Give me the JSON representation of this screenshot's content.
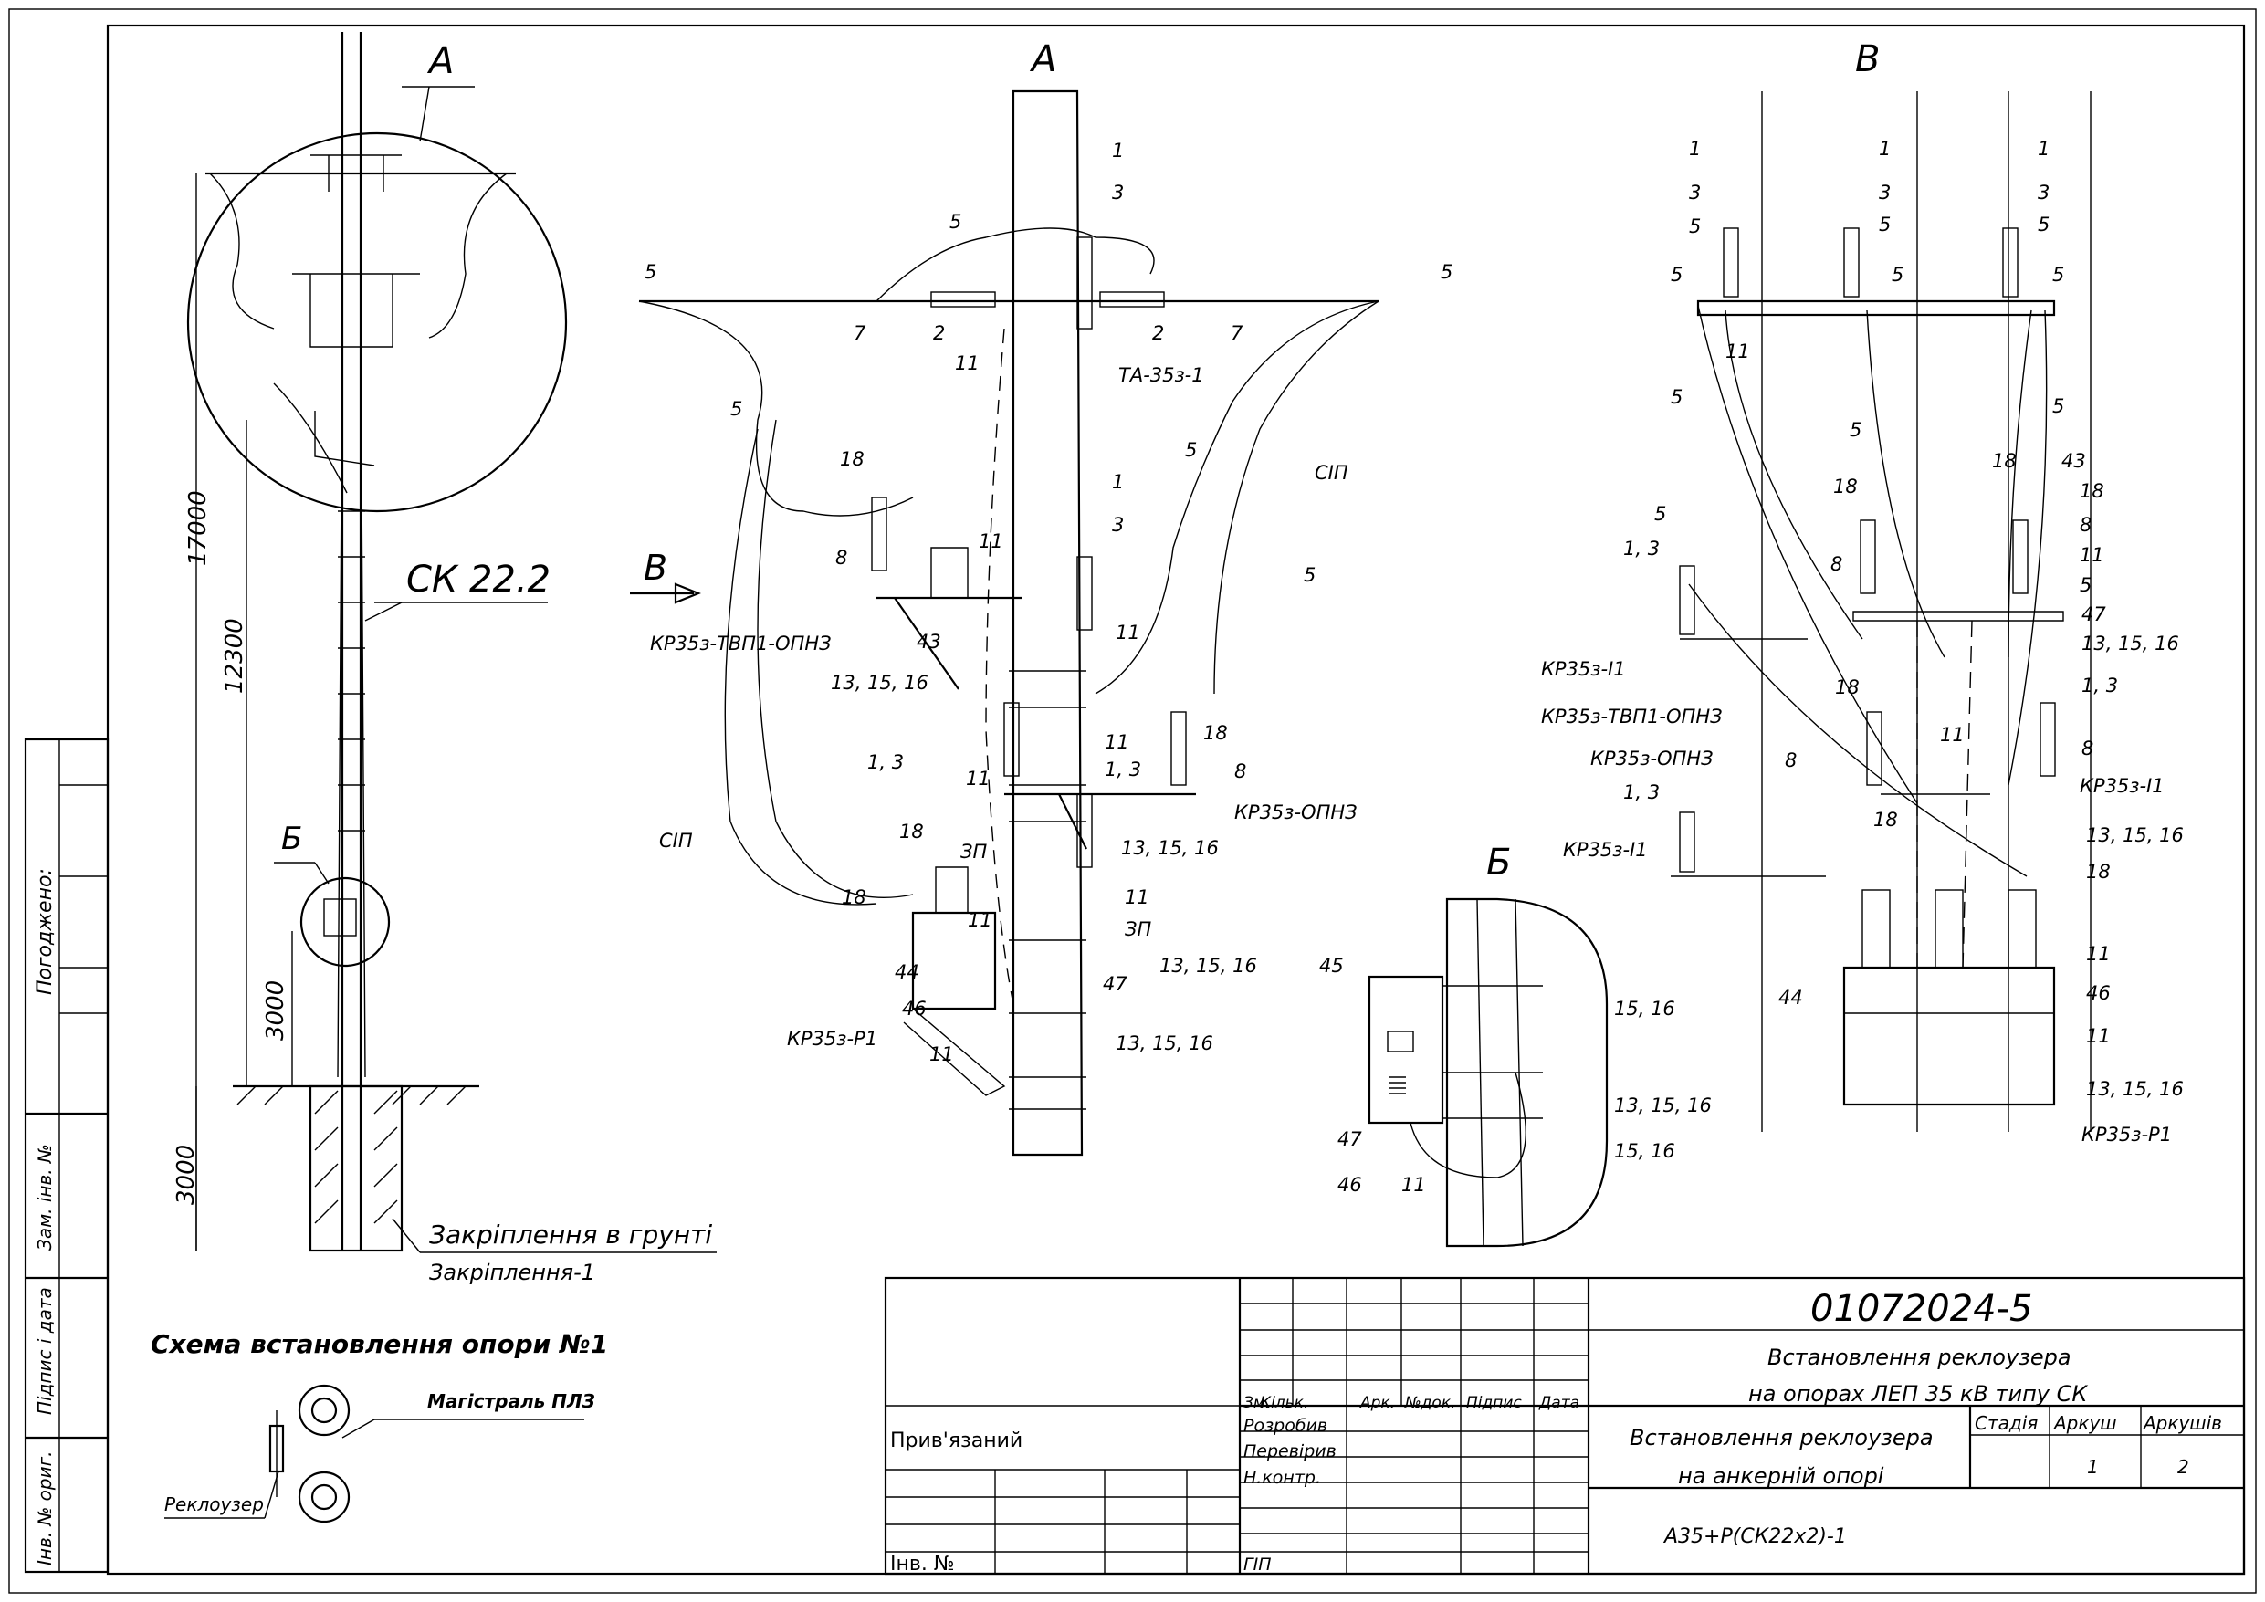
{
  "views": {
    "a_top_left": "А",
    "a_center": "А",
    "b_right": "В",
    "b_detail": "Б",
    "b_left": "Б",
    "arrow_v": "В"
  },
  "pole": {
    "type": "СК 22.2",
    "dim_17000": "17000",
    "dim_12300": "12300",
    "dim_3000_upper": "3000",
    "dim_3000_lower": "3000",
    "ground_fix": "Закріплення в грунті",
    "ground_fix_1": "Закріплення-1"
  },
  "scheme": {
    "title": "Схема встановлення опори №1",
    "mainline": "Магістраль ПЛЗ",
    "recloser": "Реклоузер"
  },
  "view_a_labels": {
    "n5_left": "5",
    "n5_right": "5",
    "n5_top": "5",
    "n5_mid": "5",
    "n1": "1",
    "n3": "3",
    "n7_left": "7",
    "n2_left": "2",
    "n11_top": "11",
    "n2_right": "2",
    "n7_right": "7",
    "ta": "ТА-35з-1",
    "n1_b": "1",
    "n3_b": "3",
    "n5_sip": "5",
    "sip_r": "СІП",
    "n5_sip2": "5",
    "n18": "18",
    "n8": "8",
    "n11_b": "11",
    "n43": "43",
    "kr_tvp": "КР35з-ТВП1-ОПНЗ",
    "n11_c": "11",
    "n131516_a": "13, 15, 16",
    "n13_a": "1, 3",
    "n18_r": "18",
    "n8_r": "8",
    "n11_d": "11",
    "n11_e": "11",
    "n13_b": "1, 3",
    "kr_opn": "КР35з-ОПНЗ",
    "n131516_b": "13, 15, 16",
    "sip_l": "СІП",
    "n18_c": "18",
    "zp1": "ЗП",
    "n11_f": "11",
    "zp2": "ЗП",
    "n18_d": "18",
    "n11_g": "11",
    "n131516_c": "13, 15, 16",
    "n44": "44",
    "n47": "47",
    "n46": "46",
    "kr_p1": "КР35з-Р1",
    "n11_h": "11",
    "n131516_d": "13, 15, 16"
  },
  "view_b_labels": {
    "n1a": "1",
    "n3a": "3",
    "n5a": "5",
    "n1b": "1",
    "n3b": "3",
    "n5b": "5",
    "n1c": "1",
    "n3c": "3",
    "n5c": "5",
    "n5d": "5",
    "n5e": "5",
    "n5f": "5",
    "n11a": "11",
    "n5g": "5",
    "n5h": "5",
    "n5i": "5",
    "n18a": "18",
    "n18b": "18",
    "n43": "43",
    "n18c": "18",
    "n8a": "8",
    "n8b": "8",
    "n5j": "5",
    "n11b": "11",
    "n5k": "5",
    "n13a": "1, 3",
    "n47": "47",
    "kr_i1_a": "КР35з-І1",
    "n131516a": "13, 15, 16",
    "kr_tvp": "КР35з-ТВП1-ОПНЗ",
    "n18d": "18",
    "n13b": "1, 3",
    "kr_opn": "КР35з-ОПНЗ",
    "n8c": "8",
    "n11c": "11",
    "n8d": "8",
    "kr_i1_b": "КР35з-І1",
    "n13c": "1, 3",
    "kr_i1_c": "КР35з-І1",
    "n131516b": "13, 15, 16",
    "n18e": "18",
    "n18f": "18",
    "n11d": "11",
    "n44": "44",
    "n46": "46",
    "n11e": "11",
    "n131516c": "13, 15, 16",
    "kr_p1": "КР35з-Р1"
  },
  "view_b_detail": {
    "n45": "45",
    "n1516a": "15, 16",
    "n131516": "13, 15, 16",
    "n47": "47",
    "n1516b": "15, 16",
    "n46": "46",
    "n11": "11"
  },
  "side_stamp": {
    "agreed": "Погоджено:",
    "inv_zam": "Зам. інв. №",
    "sign_date": "Підпис і дата",
    "inv_orig": "Інв. № ориг."
  },
  "title_block": {
    "code": "01072024-5",
    "title_line1": "Встановлення реклоузера",
    "title_line2": "на опорах ЛЕП 35 кВ типу СК",
    "sheet_title_1": "Встановлення реклоузера",
    "sheet_title_2": "на анкерній опорі",
    "mark": "А35+Р(СК22х2)-1",
    "stage_h": "Стадія",
    "sheet_h": "Аркуш",
    "sheets_h": "Аркушів",
    "sheet": "1",
    "sheets": "2",
    "cols": [
      "Зм.",
      "Кільк.",
      "Арк.",
      "№док.",
      "Підпис",
      "Дата"
    ],
    "rows": [
      "Розробив",
      "Перевірив",
      "Н.контр."
    ],
    "gip": "ГІП",
    "bound": "Прив'язаний",
    "inv_no": "Інв. №"
  }
}
